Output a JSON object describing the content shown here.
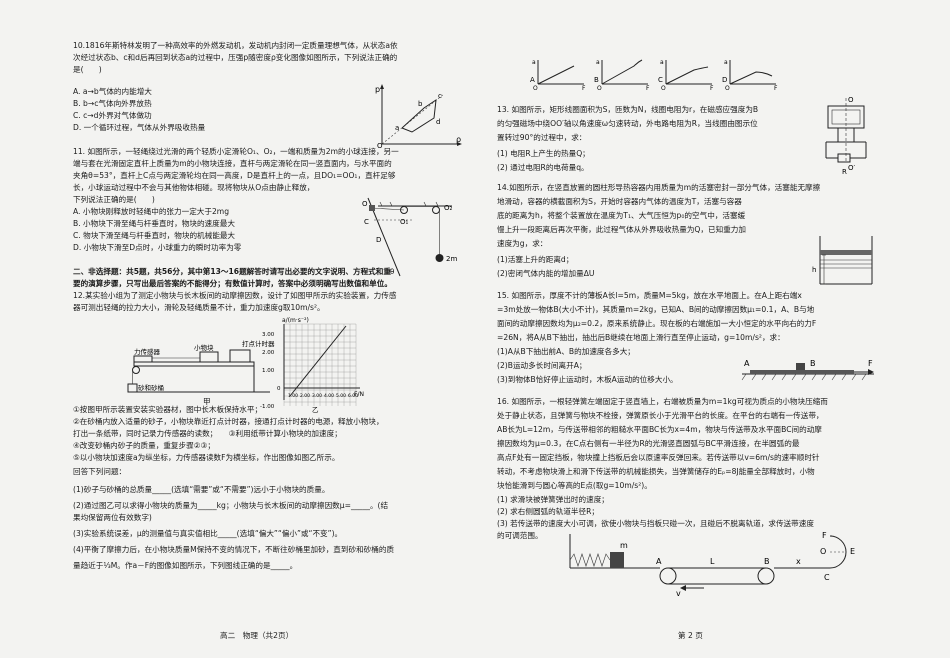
{
  "left": {
    "q10": {
      "stem": [
        "10.1816年斯特林发明了一种高效率的外燃发动机，发动机内封闭一定质量理想气体，从状态a依",
        "次经过状态b、c和d后再回到状态a的过程中，压强p随密度ρ变化图像如图所示，下列说法正确的",
        "是(　　)"
      ],
      "options": [
        "A. a→b气体的内能增大",
        "B. b→c气体向外界放热",
        "C. c→d外界对气体做功",
        "D. 一个循环过程，气体从外界吸收热量"
      ],
      "fig": {
        "p": "p",
        "rho": "ρ",
        "O": "O",
        "a": "a",
        "b": "b",
        "c": "c",
        "d": "d"
      }
    },
    "q11": {
      "stem": [
        "11. 如图所示，一轻绳绕过光滑的两个轻质小定滑轮O₁、O₂，一端和质量为2m的小球连接，另一",
        "端与套在光滑固定直杆上质量为m的小物块连接，直杆与两定滑轮在同一竖直面内，与水平面的",
        "夹角θ=53°，直杆上C点与两定滑轮均在同一高度，D是直杆上的一点，且DO₁=OO₁，直杆足够",
        "长，小球运动过程中不会与其他物体相碰。现将物块从O点由静止释放，",
        "下列说法正确的是(　　)"
      ],
      "options": [
        "A. 小物块刚释放时轻绳中的张力一定大于2mg",
        "B. 小物块下滑至绳与杆垂直时，物块的速度最大",
        "C. 物块下滑至绳与杆垂直时，物块的机械能最大",
        "D. 小物块下滑至D点时，小球重力的瞬时功率为零"
      ],
      "fig": {
        "O": "O",
        "C": "C",
        "D": "D",
        "O1": "O₁",
        "O2": "O₂",
        "theta": "θ",
        "mass": "2m"
      }
    },
    "section": [
      "二、非选择题：共5题，共56分，其中第13～16题解答时请写出必要的文字说明、方程式和重",
      "要的演算步骤，只写出最后答案的不能得分；有数值计算时，答案中必须明确写出数值和单位。"
    ],
    "q12": {
      "stem": [
        "12.某实验小组为了测定小物块与长木板间的动摩擦因数，设计了如图甲所示的实验装置，力传感",
        "器可测出轻绳的拉力大小，滑轮及轻绳质量不计，重力加速度g取10m/s²。"
      ],
      "fig_labels": {
        "sensor": "力传感器",
        "block": "小物块",
        "timer": "打点计时器",
        "sand": "砂和砂桶",
        "jia": "甲",
        "yi": "乙",
        "yaxis": "a/(m·s⁻²)",
        "xaxis": "F/N",
        "yticks": [
          "3.00",
          "2.00",
          "1.00",
          "0",
          "-1.00"
        ],
        "xticks": [
          "1.00",
          "2.00",
          "3.00",
          "4.00",
          "5.00",
          "6.00"
        ]
      },
      "steps": [
        "①按图甲所示装置安装实验器材，图中长木板保持水平；",
        "②在砂桶内放入适量的砂子，小物块靠近打点计时器，接通打点计时器的电源，释放小物块，",
        "打出一条纸带，同时记录力传感器的读数；　　③利用纸带计算小物块的加速度；",
        "④改变砂桶内砂子的质量，重复步骤②③；",
        "⑤以小物块加速度a为纵坐标，力传感器读数F为横坐标，作出图像如图乙所示。"
      ],
      "answer_lead": "回答下列问题：",
      "questions": [
        "(1)砂子与砂桶的总质量_____(选填“需要”或“不需要”)远小于小物块的质量。",
        "(2)通过图乙可以求得小物块的质量为_____kg；小物块与长木板间的动摩擦因数μ=_____。(结",
        "果均保留两位有效数字)",
        "(3)实验系统误差，μ的测量值与真实值相比_____(选填“偏大”“偏小”或“不变”)。",
        "(4)平衡了摩擦力后，在小物块质量M保持不变的情况下，不断往砂桶里加砂，直到砂和砂桶的质",
        "量趋近于⅓M。作a－F的图像如图所示，下列图线正确的是_____。"
      ]
    },
    "footer": "高二　物理（共2页）"
  },
  "right": {
    "graph_options": [
      "A",
      "B",
      "C",
      "D"
    ],
    "graph_axes": {
      "y": "a",
      "x": "F",
      "o": "O"
    },
    "q13": {
      "stem": [
        "13. 如图所示，矩形线圈面积为S，匝数为N，线圈电阻为r，在磁感应强度为B",
        "的匀强磁场中绕OO′轴以角速度ω匀速转动，外电路电阻为R，当线圈由图示位",
        "置转过90°的过程中，求：",
        "(1) 电阻R上产生的热量Q；",
        "(2) 通过电阻R的电荷量q。"
      ],
      "fig": {
        "O": "O",
        "O2": "O′",
        "R": "R"
      }
    },
    "q14": {
      "stem": [
        "14.如图所示，在竖直放置的圆柱形导热容器内用质量为m的活塞密封一部分气体，活塞能无摩擦",
        "地滑动，容器的横截面积为S，开始时容器内气体的温度为T，活塞与容器",
        "底的距离为h，将整个装置放在温度为T₁、大气压恒为p₀的空气中，活塞缓",
        "慢上升一段距离后再次平衡，此过程气体从外界吸收热量为Q，已知重力加",
        "速度为g，求：",
        "(1)活塞上升的距离d；",
        "(2)密闭气体内能的增加量ΔU"
      ],
      "fig": {
        "h": "h"
      }
    },
    "q15": {
      "stem": [
        "15. 如图所示，厚度不计的薄板A长l=5m，质量M=5kg，放在水平地面上。在A上距右端x",
        "=3m处放一物体B(大小不计)，其质量m=2kg，已知A、B间的动摩擦因数μ₁=0.1，A、B与地",
        "面间的动摩擦因数均为μ₂=0.2，原来系统静止。现在板的右端施加一大小恒定的水平向右的力F",
        "=26N，将A从B下抽出，抽出后B继续在地面上滑行直至停止运动，g=10m/s²，求：",
        "(1)A从B下抽出前A、B的加速度各多大；",
        "(2)B运动多长时间离开A；",
        "(3)到物体B恰好停止运动时，木板A运动的位移大小。"
      ],
      "fig": {
        "A": "A",
        "B": "B",
        "F": "F"
      }
    },
    "q16": {
      "stem": [
        "16. 如图所示，一根轻弹簧左端固定于竖直墙上，右端被质量为m=1kg可视为质点的小物块压缩而",
        "处于静止状态，且弹簧与物块不栓接，弹簧原长小于光滑平台的长度。在平台的右端有一传送带，",
        "AB长为L=12m，与传送带相邻的粗糙水平面BC长为x=4m，物块与传送带及水平面BC间的动摩",
        "擦因数均为μ=0.3，在C点右侧有一半径为R的光滑竖直圆弧与BC平滑连接，在半圆弧的最",
        "高点F处有一固定挡板，物块撞上挡板后会以原速率反弹回来。若传送带以v=6m/s的速率顺时针",
        "转动，不考虑物块滑上和滑下传送带的机械能损失，当弹簧储存的Eₚ=8J能量全部释放时，小物",
        "块恰能滑到与圆心等高的E点(取g=10m/s²)。",
        "(1) 求滑块被弹簧弹出时的速度；",
        "(2) 求右侧圆弧的轨道半径R；",
        "(3) 若传送带的速度大小可调，欲使小物块与挡板只碰一次，且碰后不脱离轨道，求传送带速度",
        "的可调范围。"
      ],
      "fig": {
        "m": "m",
        "A": "A",
        "L": "L",
        "B": "B",
        "x": "x",
        "C": "C",
        "O": "O",
        "E": "E",
        "F": "F",
        "v": "v"
      }
    },
    "footer": "第 2 页"
  }
}
